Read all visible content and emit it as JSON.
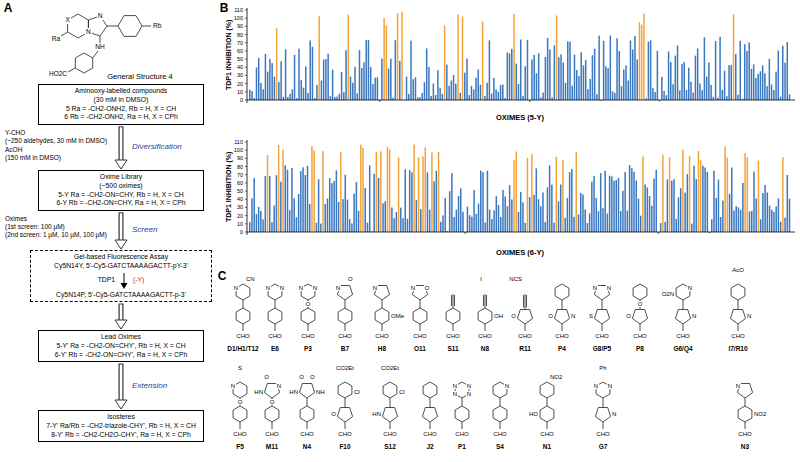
{
  "diagram": {
    "nodes": [
      {
        "text": [
          "Aminooxy-labelled compounds",
          "(30 mM in DMSO)",
          "5 Ra = -CH2-ONH2, Rb = H, X = CH",
          "6 Rb = -CH2-ONH2, Ra = H, X = CPh"
        ]
      },
      {
        "text": [
          "Oxime Library",
          "(~500 oximes)",
          "5-Y Ra = -CH2-ON=CHY, Rb = H, X = CH",
          "6-Y Rb = -CH2-ON=CHY, Ra = H, X = CPh"
        ]
      },
      {
        "text": [
          "Gel-based Fluorescence Assay",
          "Cy5N14Y, 5'-Cy5-GATCTAAAAGACTT-pY-3'",
          "TDP1",
          "(-Y)",
          "Cy5N14P, 5'-Cy5-GATCTAAAAGACTT-p-3'"
        ]
      },
      {
        "text": [
          "Lead Oximes",
          "5-Y' Ra = -CH2-ON=CHY', Rb = H, X = CH",
          "6-Y' Rb = -CH2-ON=CHY', Ra = H, X = CPh"
        ]
      },
      {
        "text": [
          "Isosteres",
          "7-Y' Ra/Rb = -CH2-triazole-CHY', Rb = H, X = CH",
          "8-Y' Rb = -CH2-CH2O-CHY', Ra = H, X = CPh"
        ]
      }
    ],
    "edges": [
      {
        "from": 0,
        "to": 1,
        "label": "Diversification",
        "arrow": "to"
      },
      {
        "from": 1,
        "to": 2,
        "label": "Screen",
        "arrow": "to"
      },
      {
        "from": 2,
        "to": 3,
        "arrow": "to"
      },
      {
        "from": 3,
        "to": 4,
        "label": "Extension",
        "arrow": "to"
      }
    ],
    "labels": [
      "A",
      "B",
      "C",
      "X",
      "Ra",
      "N",
      "N",
      "NH",
      "HO2C",
      "Rb",
      "General Structure 4",
      "Y-CHO",
      "(~250 aldehydes, 30 mM in DMSO)",
      "AcOH",
      "(150 mM in DMSO)",
      "Oximes",
      "(1st screen: 100 µM)",
      "(2nd screen: 1 µM, 10 µM, 100 µM)",
      "TDP1 INHIBITION (%)",
      "OXIMES (5-Y)",
      "TDP1 INHIBITION (%)",
      "OXIMES (6-Y)",
      "0",
      "10",
      "20",
      "30",
      "40",
      "50",
      "60",
      "70",
      "80",
      "90",
      "100",
      "110",
      "0",
      "10",
      "20",
      "30",
      "40",
      "50",
      "60",
      "70",
      "80",
      "90",
      "100",
      "110",
      "D1/H1/T12",
      "N",
      "CN",
      "CHO",
      "E6",
      "N",
      "N",
      "CHO",
      "P3",
      "O",
      "N",
      "N",
      "CHO",
      "B7",
      "N",
      "O",
      "CHO",
      "H8",
      "N",
      "OMe",
      "CHO",
      "O11",
      "N",
      "O",
      "CHO",
      "S11",
      "CHO",
      "N8",
      "I",
      "OH",
      "CHO",
      "R11",
      "NCS",
      "O",
      "CHO",
      "P4",
      "O",
      "N",
      "CHO",
      "G8/P5",
      "N",
      "N",
      "S",
      "CHO",
      "P8",
      "O",
      "O",
      "CHO",
      "G6/Q4",
      "O2N",
      "N",
      "N",
      "CHO",
      "I7/R10",
      "AcO",
      "N",
      "CHO",
      "F5",
      "N",
      "S",
      "O",
      "CHO",
      "M11",
      "O",
      "HN",
      "N",
      "O",
      "CHO",
      "N4",
      "O",
      "HN",
      "NH",
      "O",
      "CHO",
      "F10",
      "CO2Et",
      "O",
      "Cl",
      "CHO",
      "S12",
      "HN",
      "CO2Et",
      "Cl",
      "CHO",
      "J2",
      "CHO",
      "P1",
      "N",
      "N",
      "N",
      "N",
      "CHO",
      "S4",
      "N",
      "CHO",
      "N1",
      "HO",
      "NO2",
      "CHO",
      "G7",
      "N",
      "Ph",
      "N",
      "N",
      "CHO",
      "N3",
      "N",
      "NO2",
      "CHO"
    ]
  }
}
